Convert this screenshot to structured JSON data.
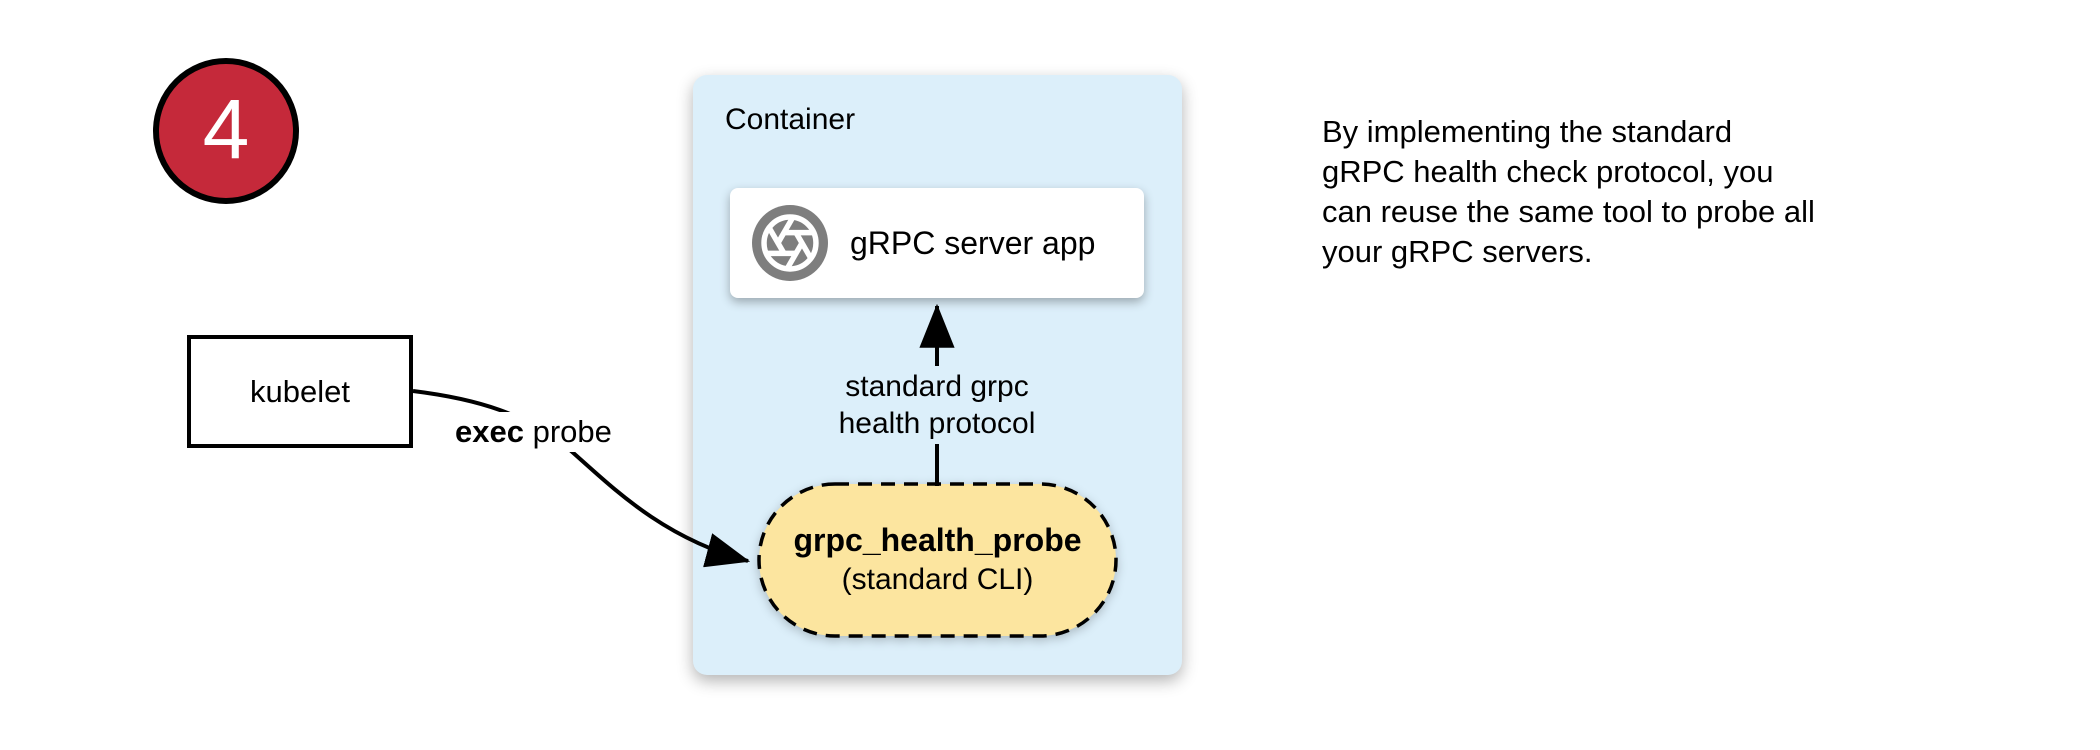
{
  "colors": {
    "badge_red": "#C5293A",
    "container_blue": "#DCEFFA",
    "pill_yellow": "#FCE59F",
    "icon_gray": "#7E7E7E",
    "line_black": "#000000",
    "box_white": "#FFFFFF"
  },
  "badge": {
    "number": "4"
  },
  "container": {
    "label": "Container"
  },
  "server_box": {
    "label": "gRPC server app",
    "icon": "aperture-icon"
  },
  "probe_pill": {
    "title": "grpc_health_probe",
    "subtitle": "(standard CLI)"
  },
  "kubelet": {
    "label": "kubelet"
  },
  "exec_label": {
    "bold": "exec",
    "rest": " probe"
  },
  "protocol_label": {
    "line1": "standard grpc",
    "line2": "health protocol"
  },
  "note": {
    "lines": [
      "By implementing the standard",
      "gRPC health check protocol, you",
      "can reuse the same tool to probe all",
      "your gRPC servers."
    ]
  }
}
